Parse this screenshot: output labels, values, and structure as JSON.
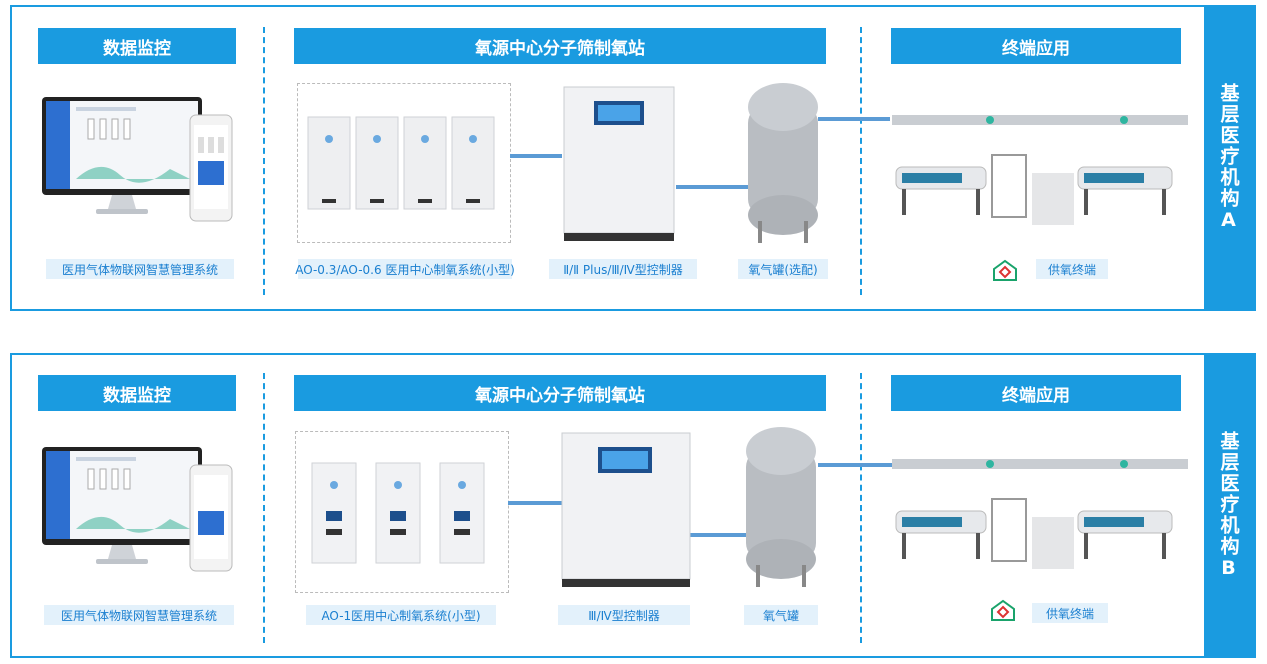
{
  "panels": [
    {
      "sidebar": "基层医疗机构A",
      "monitor": {
        "header": "数据监控",
        "caption": "医用气体物联网智慧管理系统"
      },
      "station": {
        "header": "氧源中心分子筛制氧站",
        "system_caption": "AO-0.3/AO-0.6 医用中心制氧系统(小型)",
        "controller_caption": "Ⅱ/Ⅱ Plus/Ⅲ/Ⅳ型控制器",
        "tank_caption": "氧气罐(选配)"
      },
      "terminal": {
        "header": "终端应用",
        "caption": "供氧终端"
      }
    },
    {
      "sidebar": "基层医疗机构B",
      "monitor": {
        "header": "数据监控",
        "caption": "医用气体物联网智慧管理系统"
      },
      "station": {
        "header": "氧源中心分子筛制氧站",
        "system_caption": "AO-1医用中心制氧系统(小型)",
        "controller_caption": "Ⅲ/Ⅳ型控制器",
        "tank_caption": "氧气罐"
      },
      "terminal": {
        "header": "终端应用",
        "caption": "供氧终端"
      }
    }
  ],
  "colors": {
    "accent": "#1a9be0",
    "caption_bg": "#e3f1fb",
    "caption_text": "#1a7fd0",
    "pipe": "#5b9bd5",
    "hospital_icon": "#1aa36b"
  }
}
